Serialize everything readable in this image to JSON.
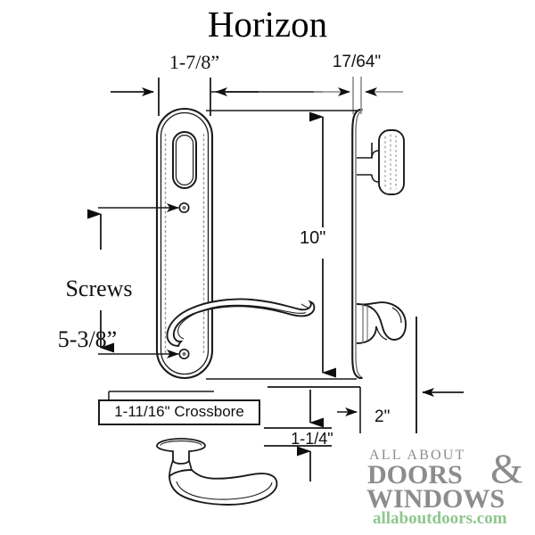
{
  "title": "Horizon",
  "dimensions": {
    "top_left": "1-7/8”",
    "top_right": "17/64\"",
    "vertical_main": "10\"",
    "screws_line1": "Screws",
    "screws_line2": "5-3/8”",
    "crossbore": "1-11/16\" Crossbore",
    "bottom_offset": "1-1/4\"",
    "right_depth": "2\""
  },
  "logo": {
    "line1": "ALL ABOUT",
    "line2": "DOORS",
    "ampersand": "&",
    "line3": "WINDOWS",
    "website": "allaboutdoors.com",
    "gray": "#8c8c8c",
    "green": "#8ec68e"
  },
  "drawing": {
    "line_color": "#1a1a1a",
    "shade_color": "#9a9a9a",
    "background": "#ffffff",
    "parts": [
      "escutcheon-plate-front-view",
      "thumbturn-opening",
      "screw-hole-upper",
      "screw-hole-lower",
      "lever-handle-front",
      "escutcheon-plate-side-view",
      "thumbturn-knob-side",
      "lever-handle-side",
      "lever-handle-detail-bottom"
    ]
  }
}
